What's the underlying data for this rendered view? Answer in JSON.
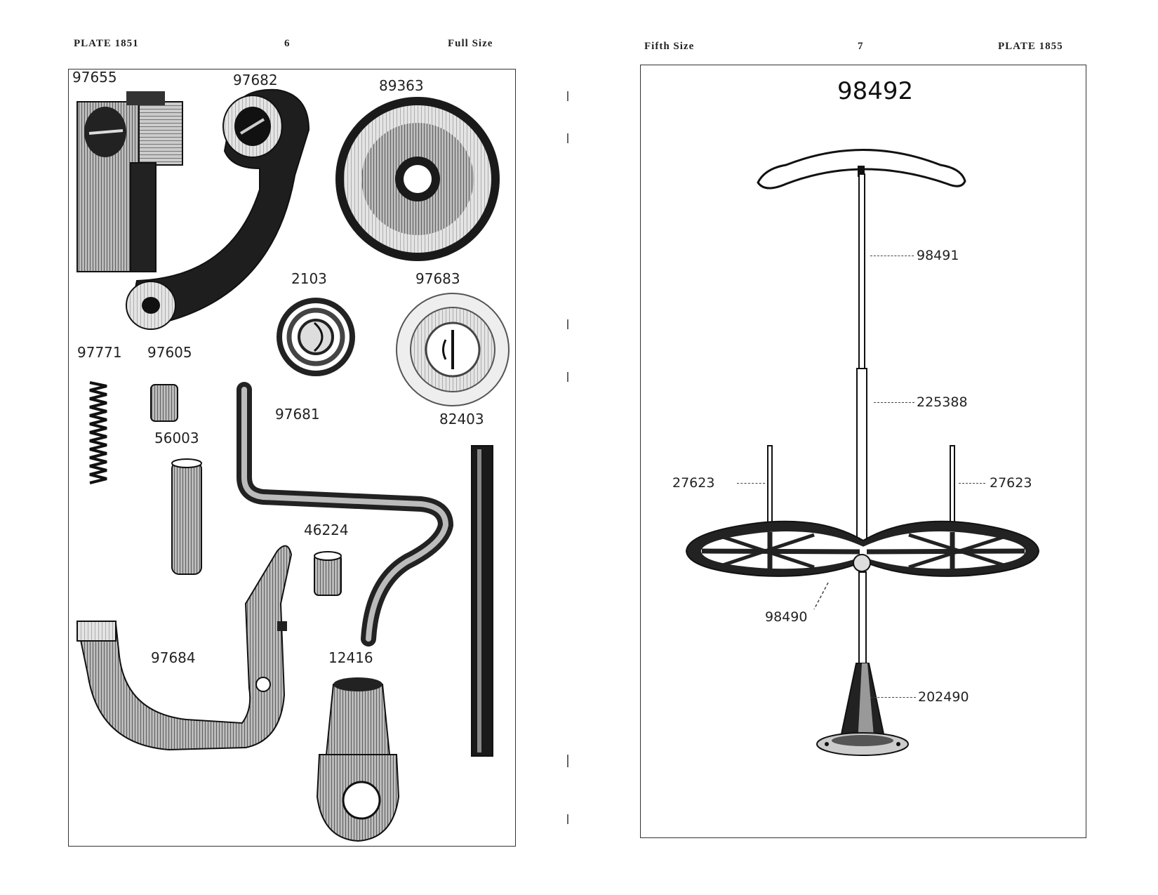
{
  "left_page": {
    "plate": "PLATE 1851",
    "page_number": "6",
    "scale": "Full Size",
    "parts": [
      {
        "number": "97655"
      },
      {
        "number": "97682"
      },
      {
        "number": "89363"
      },
      {
        "number": "2103"
      },
      {
        "number": "97683"
      },
      {
        "number": "97771"
      },
      {
        "number": "97605"
      },
      {
        "number": "56003"
      },
      {
        "number": "97681"
      },
      {
        "number": "82403"
      },
      {
        "number": "46224"
      },
      {
        "number": "97684"
      },
      {
        "number": "12416"
      }
    ]
  },
  "right_page": {
    "scale": "Fifth Size",
    "page_number": "7",
    "plate": "PLATE 1855",
    "assembly_number": "98492",
    "callouts": [
      {
        "number": "98491"
      },
      {
        "number": "225388"
      },
      {
        "number": "27623"
      },
      {
        "number": "27623"
      },
      {
        "number": "98490"
      },
      {
        "number": "202490"
      }
    ]
  }
}
